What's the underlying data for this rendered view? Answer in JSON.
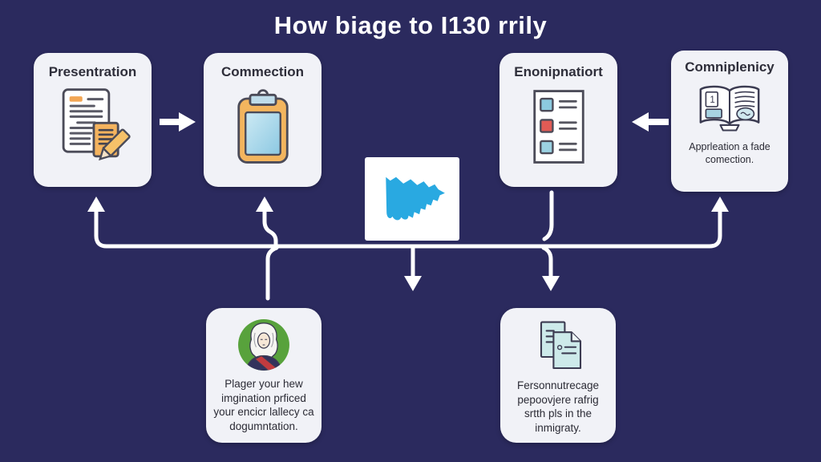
{
  "title": "How biage to I130 rrily",
  "colors": {
    "background": "#2b2a5e",
    "card": "#f1f2f7",
    "arrow": "#ffffff",
    "map_blue": "#29a9e1",
    "accent_orange": "#f3b55e",
    "accent_red": "#e25b55",
    "accent_light_blue": "#8ccadf",
    "avatar_green": "#58a23c",
    "doc_teal": "#cdeaea",
    "text_dark": "#2e2e3a"
  },
  "cards": {
    "top": [
      {
        "label": "Presentration",
        "icon": "document-pencil-icon"
      },
      {
        "label": "Commection",
        "icon": "clipboard-icon"
      },
      {
        "label": "Enonipnatiort",
        "icon": "checklist-icon"
      },
      {
        "label": "Comniplenicy",
        "icon": "open-book-icon",
        "caption": "Apprleation a fade comection."
      }
    ],
    "bottom": [
      {
        "icon": "person-avatar",
        "text": "Plager your hew imgination prficed your encicr lallecy ca dogumntation."
      },
      {
        "icon": "documents-icon",
        "text": "Fersonnutrecage pepoovjere rafrig srtth pls in the inmigraty."
      }
    ]
  },
  "map": {
    "icon": "map-region-icon"
  }
}
